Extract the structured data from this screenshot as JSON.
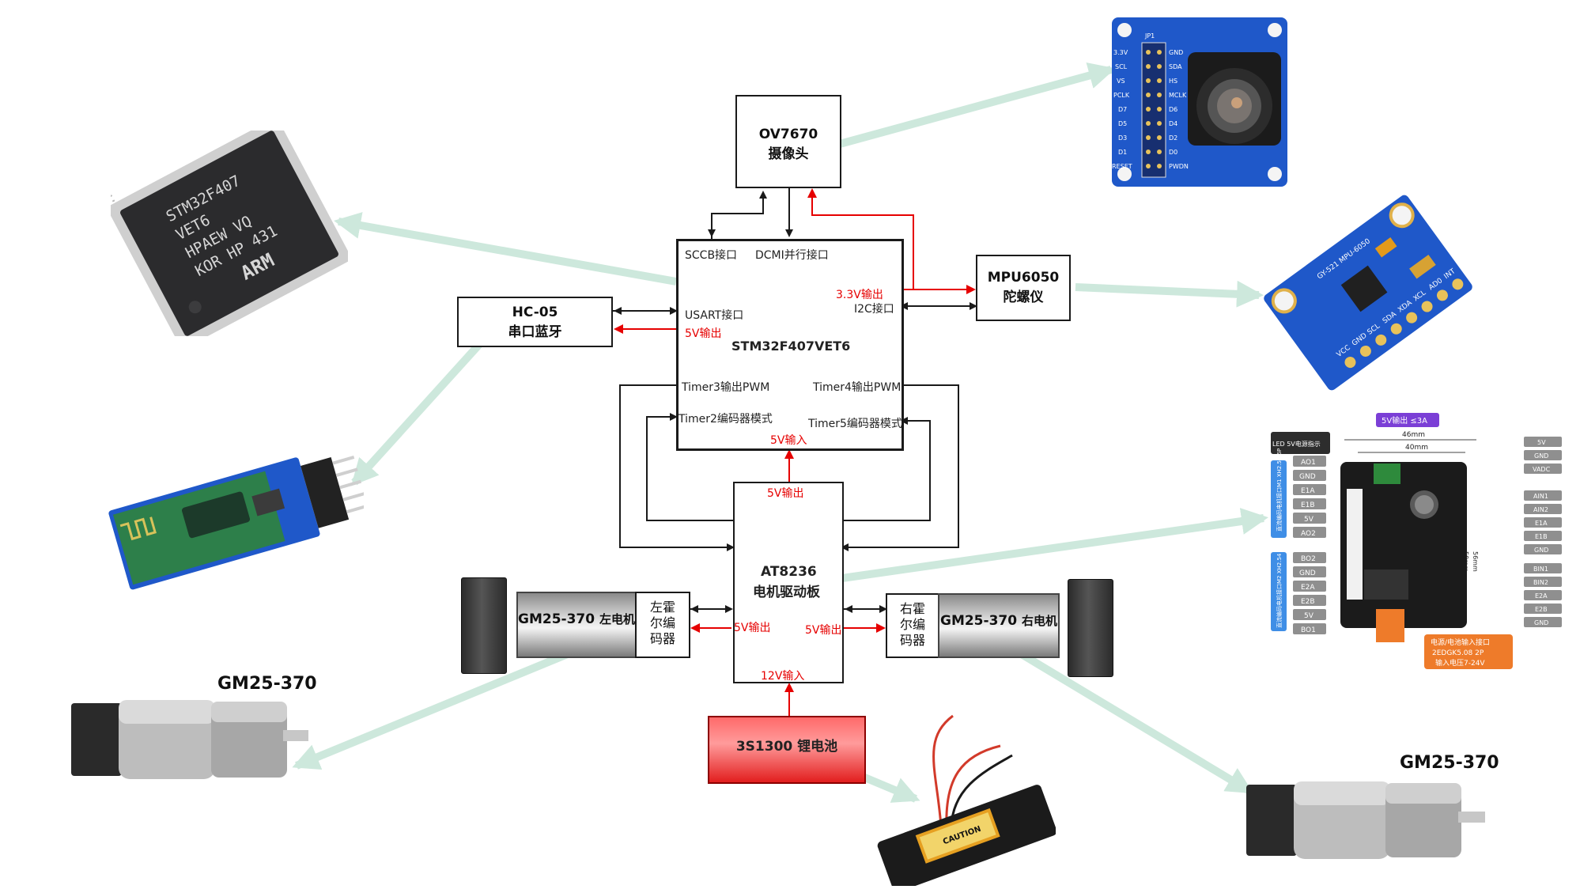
{
  "stm32": {
    "title": "STM32F407VET6",
    "sccb": "SCCB接口",
    "dcmi": "DCMI并行接口",
    "usart": "USART接口",
    "usart_power": "5V输出",
    "i2c": "I2C接口",
    "i2c_power": "3.3V输出",
    "timer3": "Timer3输出PWM",
    "timer4": "Timer4输出PWM",
    "timer2": "Timer2编码器模式",
    "timer5": "Timer5编码器模式",
    "power_in": "5V输入"
  },
  "camera": {
    "name": "OV7670",
    "desc": "摄像头"
  },
  "gyro": {
    "name": "MPU6050",
    "desc": "陀螺仪"
  },
  "bluetooth": {
    "name": "HC-05",
    "desc": "串口蓝牙"
  },
  "driver": {
    "name": "AT8236",
    "desc": "电机驱动板",
    "out_top": "5V输出",
    "out_left": "5V输出",
    "out_right": "5V输出",
    "in_bottom": "12V输入"
  },
  "left_motor": {
    "name": "GM25-370",
    "desc": "左电机",
    "encoder": "左霍尔编码器"
  },
  "right_motor": {
    "name": "GM25-370",
    "desc": "右电机",
    "encoder": "右霍尔编码器"
  },
  "battery": {
    "name": "3S1300",
    "desc": "锂电池"
  },
  "photo_captions": {
    "left_motor": "GM25-370",
    "right_motor": "GM25-370"
  },
  "chip_marking": [
    "STM32F407",
    "VET6",
    "HPAEW VQ",
    "KOR HP 431",
    "ARM"
  ],
  "camera_board_pins": [
    "3.3V",
    "SCL",
    "VS",
    "PCLK",
    "D7",
    "D5",
    "D3",
    "D1",
    "RESET",
    "GND",
    "SDA",
    "HS",
    "MCLK",
    "D6",
    "D4",
    "D2",
    "D0",
    "PWDN"
  ],
  "camera_board_label": "JP1",
  "gyro_board_pins": [
    "VCC",
    "GND",
    "SCL",
    "SDA",
    "XDA",
    "XCL",
    "AD0",
    "INT"
  ],
  "gyro_board_label": "GY-521 MPU-6050",
  "driver_board": {
    "top_badge": "5V输出 ≤3A",
    "led_label": "LED 5V电源指示",
    "dim_width_outer": "46mm",
    "dim_width_inner": "40mm",
    "dim_height_outer": "56mm",
    "dim_height_inner": "50mm",
    "m1_label": "直流编码电机接口M1 XH2.54 6P",
    "m1_pins": [
      "AO1",
      "GND",
      "E1A",
      "E1B",
      "5V",
      "AO2"
    ],
    "m2_label": "直流编码电机接口M2 XH2.54 6P",
    "m2_pins": [
      "BO2",
      "GND",
      "E2A",
      "E2B",
      "5V",
      "BO1"
    ],
    "right_pins_top": [
      "5V",
      "GND",
      "VADC"
    ],
    "right_pins_bottom": [
      "AIN1",
      "AIN2",
      "E1A",
      "E1B",
      "GND",
      "BIN1",
      "BIN2",
      "E2A",
      "E2B",
      "GND"
    ],
    "power_badge_lines": [
      "电源/电池输入接口",
      "2EDGK5.08 2P",
      "输入电压7-24V"
    ]
  },
  "battery_label": "CAUTION",
  "colors": {
    "wire": "#1a1a1a",
    "power_wire": "#e60000",
    "photo_arrow": "#cde8dc",
    "battery_fill": "#ff7a7a"
  }
}
